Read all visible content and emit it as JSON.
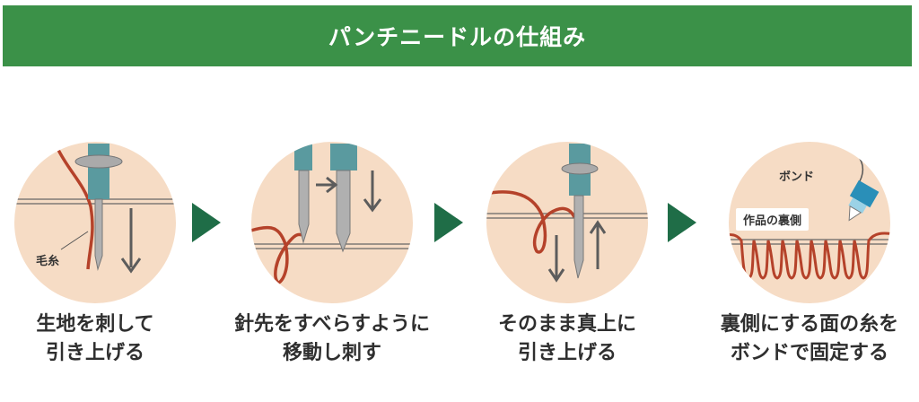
{
  "title": "パンチニードルの仕組み",
  "colors": {
    "banner": "#3b9148",
    "circle": "#f6dcc5",
    "thread": "#b5422a",
    "needle_handle": "#5a9a9f",
    "arrow_next": "#1f6d47",
    "motion_arrow": "#5c5c5c"
  },
  "steps": [
    {
      "label_line1": "生地を刺して",
      "label_line2": "引き上げる",
      "callout": "毛糸"
    },
    {
      "label_line1": "針先をすべらすように",
      "label_line2": "移動し刺す"
    },
    {
      "label_line1": "そのまま真上に",
      "label_line2": "引き上げる"
    },
    {
      "label_line1": "裏側にする面の糸を",
      "label_line2": "ボンドで固定する",
      "callout_bond": "ボンド",
      "callout_back": "作品の裏側"
    }
  ]
}
